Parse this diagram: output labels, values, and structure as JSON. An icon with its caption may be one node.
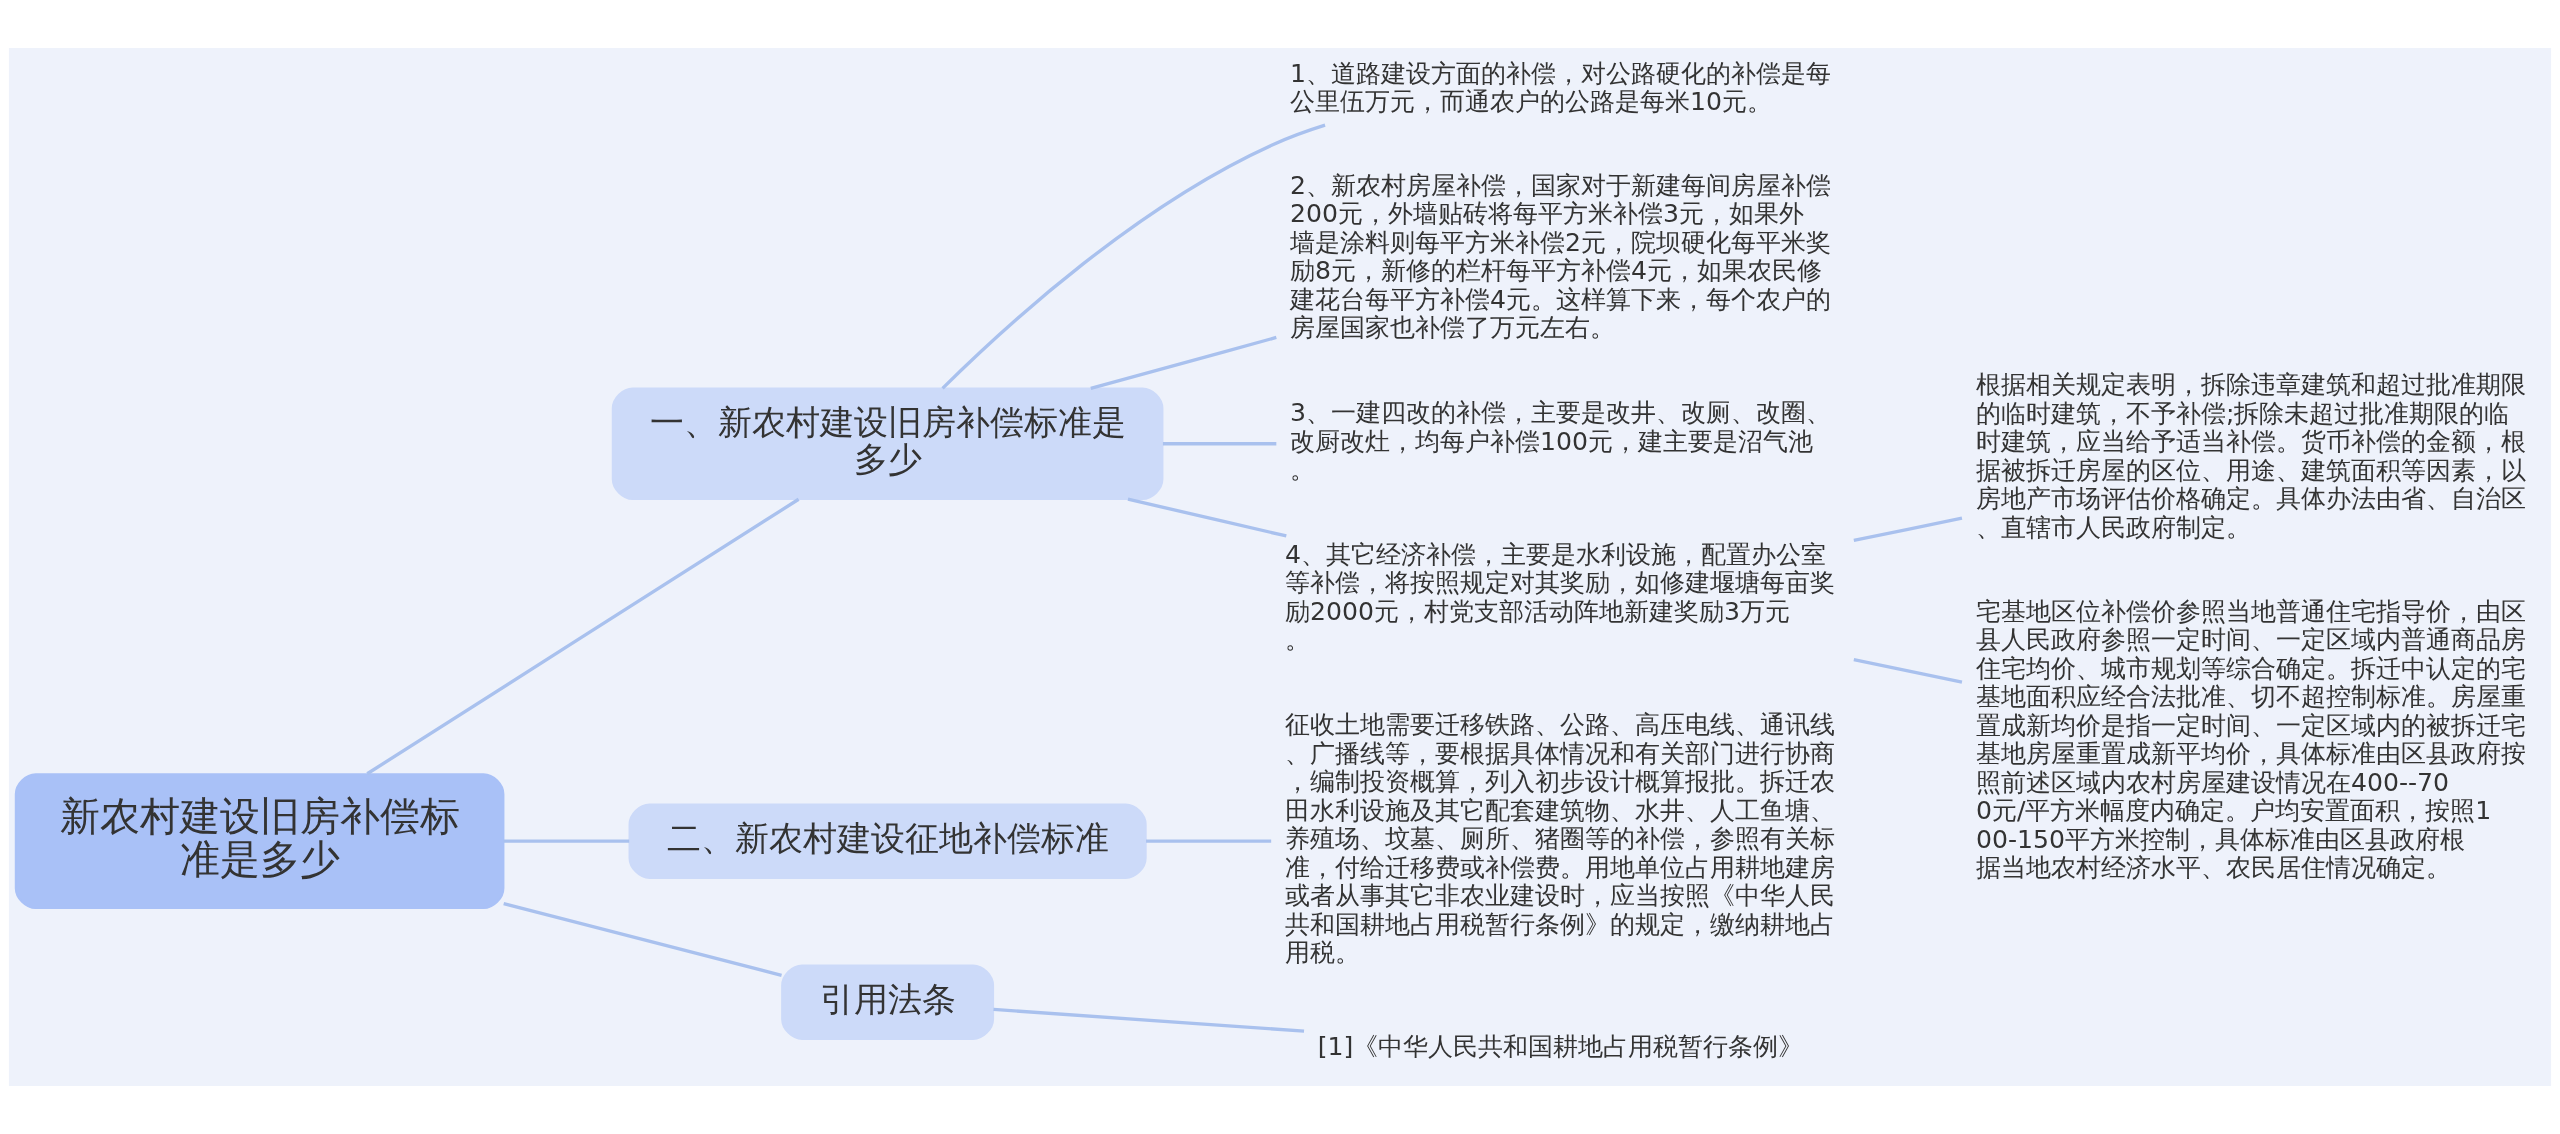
{
  "diagram": {
    "nodes": [
      {
        "text": [
          "新农村建设旧房补偿标准是多少"
        ]
      },
      {
        "text": [
          "一、新农村建设旧房补偿标准是多少"
        ]
      },
      {
        "text": [
          "1、道路建设方面的补偿，对公路硬化的补偿是每公里伍万元，而通农户的公路是每米10元。"
        ]
      },
      {
        "text": [
          "2、新农村房屋补偿，国家对于新建每间房屋补偿200元，外墙贴砖将每平方米补偿3元，如果外墙是涂料则每平方米补偿2元，院坝硬化每平米奖励8元，新修的栏杆每平方补偿4元，如果农民修建花台每平方补偿4元。这样算下来，每个农户的房屋国家也补偿了万元左右。"
        ]
      },
      {
        "text": [
          "3、一建四改的补偿，主要是改井、改厕、改圈、改厨改灶，均每户补偿100元，建主要是沼气池。"
        ]
      },
      {
        "text": [
          "4、其它经济补偿，主要是水利设施，配置办公室等补偿，将按照规定对其奖励，如修建堰塘每亩奖励2000元，村党支部活动阵地新建奖励3万元。"
        ]
      },
      {
        "text": [
          "根据相关规定表明，拆除违章建筑和超过批准期限的临时建筑，不予补偿;拆除未超过批准期限的临时建筑，应当给予适当补偿。货币补偿的金额，根据被拆迁房屋的区位、用途、建筑面积等因素，以房地产市场评估价格确定。具体办法由省、自治区、直辖市人民政府制定。"
        ]
      },
      {
        "text": [
          "宅基地区位补偿价参照当地普通住宅指导价，由区县人民政府参照一定时间、一定区域内普通商品房住宅均价、城市规划等综合确定。拆迁中认定的宅基地面积应经合法批准、切不超控制标准。房屋重置成新均价是指一定时间、一定区域内的被拆迁宅基地房屋重置成新平均价，具体标准由区县政府按照前述区域内农村房屋建设情况在400--700元/平方米幅度内确定。户均安置面积，按照100-150平方米控制，具体标准由区县政府根据当地农村经济水平、农民居住情况确定。"
        ]
      },
      {
        "text": [
          "二、新农村建设征地补偿标准"
        ]
      },
      {
        "text": [
          "征收土地需要迁移铁路、公路、高压电线、通讯线、广播线等，要根据具体情况和有关部门进行协商，编制投资概算，列入初步设计概算报批。拆迁农田水利设施及其它配套建筑物、水井、人工鱼塘、养殖场、坟墓、厕所、猪圈等的补偿，参照有关标准，付给迁移费或补偿费。用地单位占用耕地建房或者从事其它非农业建设时，应当按照《中华人民共和国耕地占用税暂行条例》的规定，缴纳耕地占用税。"
        ]
      },
      {
        "text": [
          "引用法条"
        ]
      },
      {
        "text": [
          "[1]《中华人民共和国耕地占用税暂行条例》"
        ]
      }
    ],
    "edges": [
      {
        "from": 0,
        "to": 1,
        "arrow": "none"
      },
      {
        "from": 1,
        "to": 2,
        "arrow": "none"
      },
      {
        "from": 1,
        "to": 3,
        "arrow": "none"
      },
      {
        "from": 1,
        "to": 4,
        "arrow": "none"
      },
      {
        "from": 1,
        "to": 5,
        "arrow": "none"
      },
      {
        "from": 5,
        "to": 6,
        "arrow": "none"
      },
      {
        "from": 5,
        "to": 7,
        "arrow": "none"
      },
      {
        "from": 0,
        "to": 8,
        "arrow": "none"
      },
      {
        "from": 8,
        "to": 9,
        "arrow": "none"
      },
      {
        "from": 0,
        "to": 10,
        "arrow": "none"
      },
      {
        "from": 10,
        "to": 11,
        "arrow": "none"
      }
    ]
  }
}
